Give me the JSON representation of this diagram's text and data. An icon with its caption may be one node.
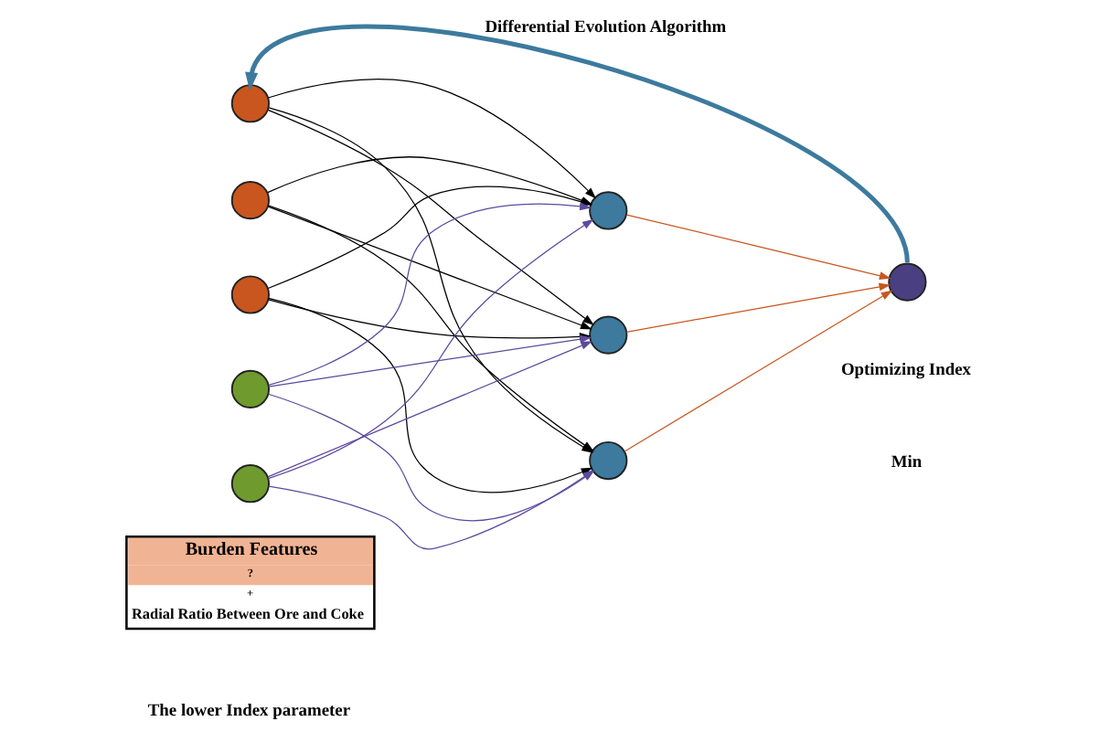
{
  "diagram": {
    "nodes": [
      {
        "text": [
          "Burden Features",
          "?",
          "+",
          "Radial Ratio Between Ore and Coke"
        ]
      },
      {
        "text": [],
        "shape": "circle"
      },
      {
        "text": [],
        "shape": "circle"
      },
      {
        "text": [],
        "shape": "circle"
      },
      {
        "text": [],
        "shape": "circle"
      },
      {
        "text": [],
        "shape": "circle"
      },
      {
        "text": [],
        "shape": "circle"
      },
      {
        "text": [],
        "shape": "circle"
      },
      {
        "text": [],
        "shape": "circle"
      },
      {
        "text": [],
        "shape": "circle",
        "beside": [
          "Optimizing Index"
        ]
      }
    ],
    "edges": [
      {
        "from": 1,
        "to": 6,
        "arrow": "to"
      },
      {
        "from": 1,
        "to": 7,
        "arrow": "to"
      },
      {
        "from": 1,
        "to": 8,
        "arrow": "to"
      },
      {
        "from": 2,
        "to": 6,
        "arrow": "to"
      },
      {
        "from": 2,
        "to": 7,
        "arrow": "to"
      },
      {
        "from": 2,
        "to": 8,
        "arrow": "to"
      },
      {
        "from": 3,
        "to": 6,
        "arrow": "to"
      },
      {
        "from": 3,
        "to": 7,
        "arrow": "to"
      },
      {
        "from": 3,
        "to": 8,
        "arrow": "to"
      },
      {
        "from": 4,
        "to": 6,
        "arrow": "to",
        "color": "#5b4a9e"
      },
      {
        "from": 4,
        "to": 7,
        "arrow": "to",
        "color": "#5b4a9e"
      },
      {
        "from": 4,
        "to": 8,
        "arrow": "to",
        "color": "#5b4a9e"
      },
      {
        "from": 5,
        "to": 6,
        "arrow": "to",
        "color": "#5b4a9e"
      },
      {
        "from": 5,
        "to": 7,
        "arrow": "to",
        "color": "#5b4a9e"
      },
      {
        "from": 5,
        "to": 8,
        "arrow": "to",
        "color": "#5b4a9e"
      },
      {
        "from": 6,
        "to": 9,
        "arrow": "to",
        "color": "#c8561e"
      },
      {
        "from": 7,
        "to": 9,
        "arrow": "to",
        "color": "#c8561e"
      },
      {
        "from": 8,
        "to": 9,
        "arrow": "to",
        "color": "#c8561e"
      },
      {
        "from": 9,
        "to": 1,
        "arrow": "to",
        "label": "Differential Evolution Algorithm",
        "style": "thick",
        "color": "#3d7a9e"
      }
    ],
    "labels": [
      "The lower Index parameter",
      "Min"
    ]
  }
}
